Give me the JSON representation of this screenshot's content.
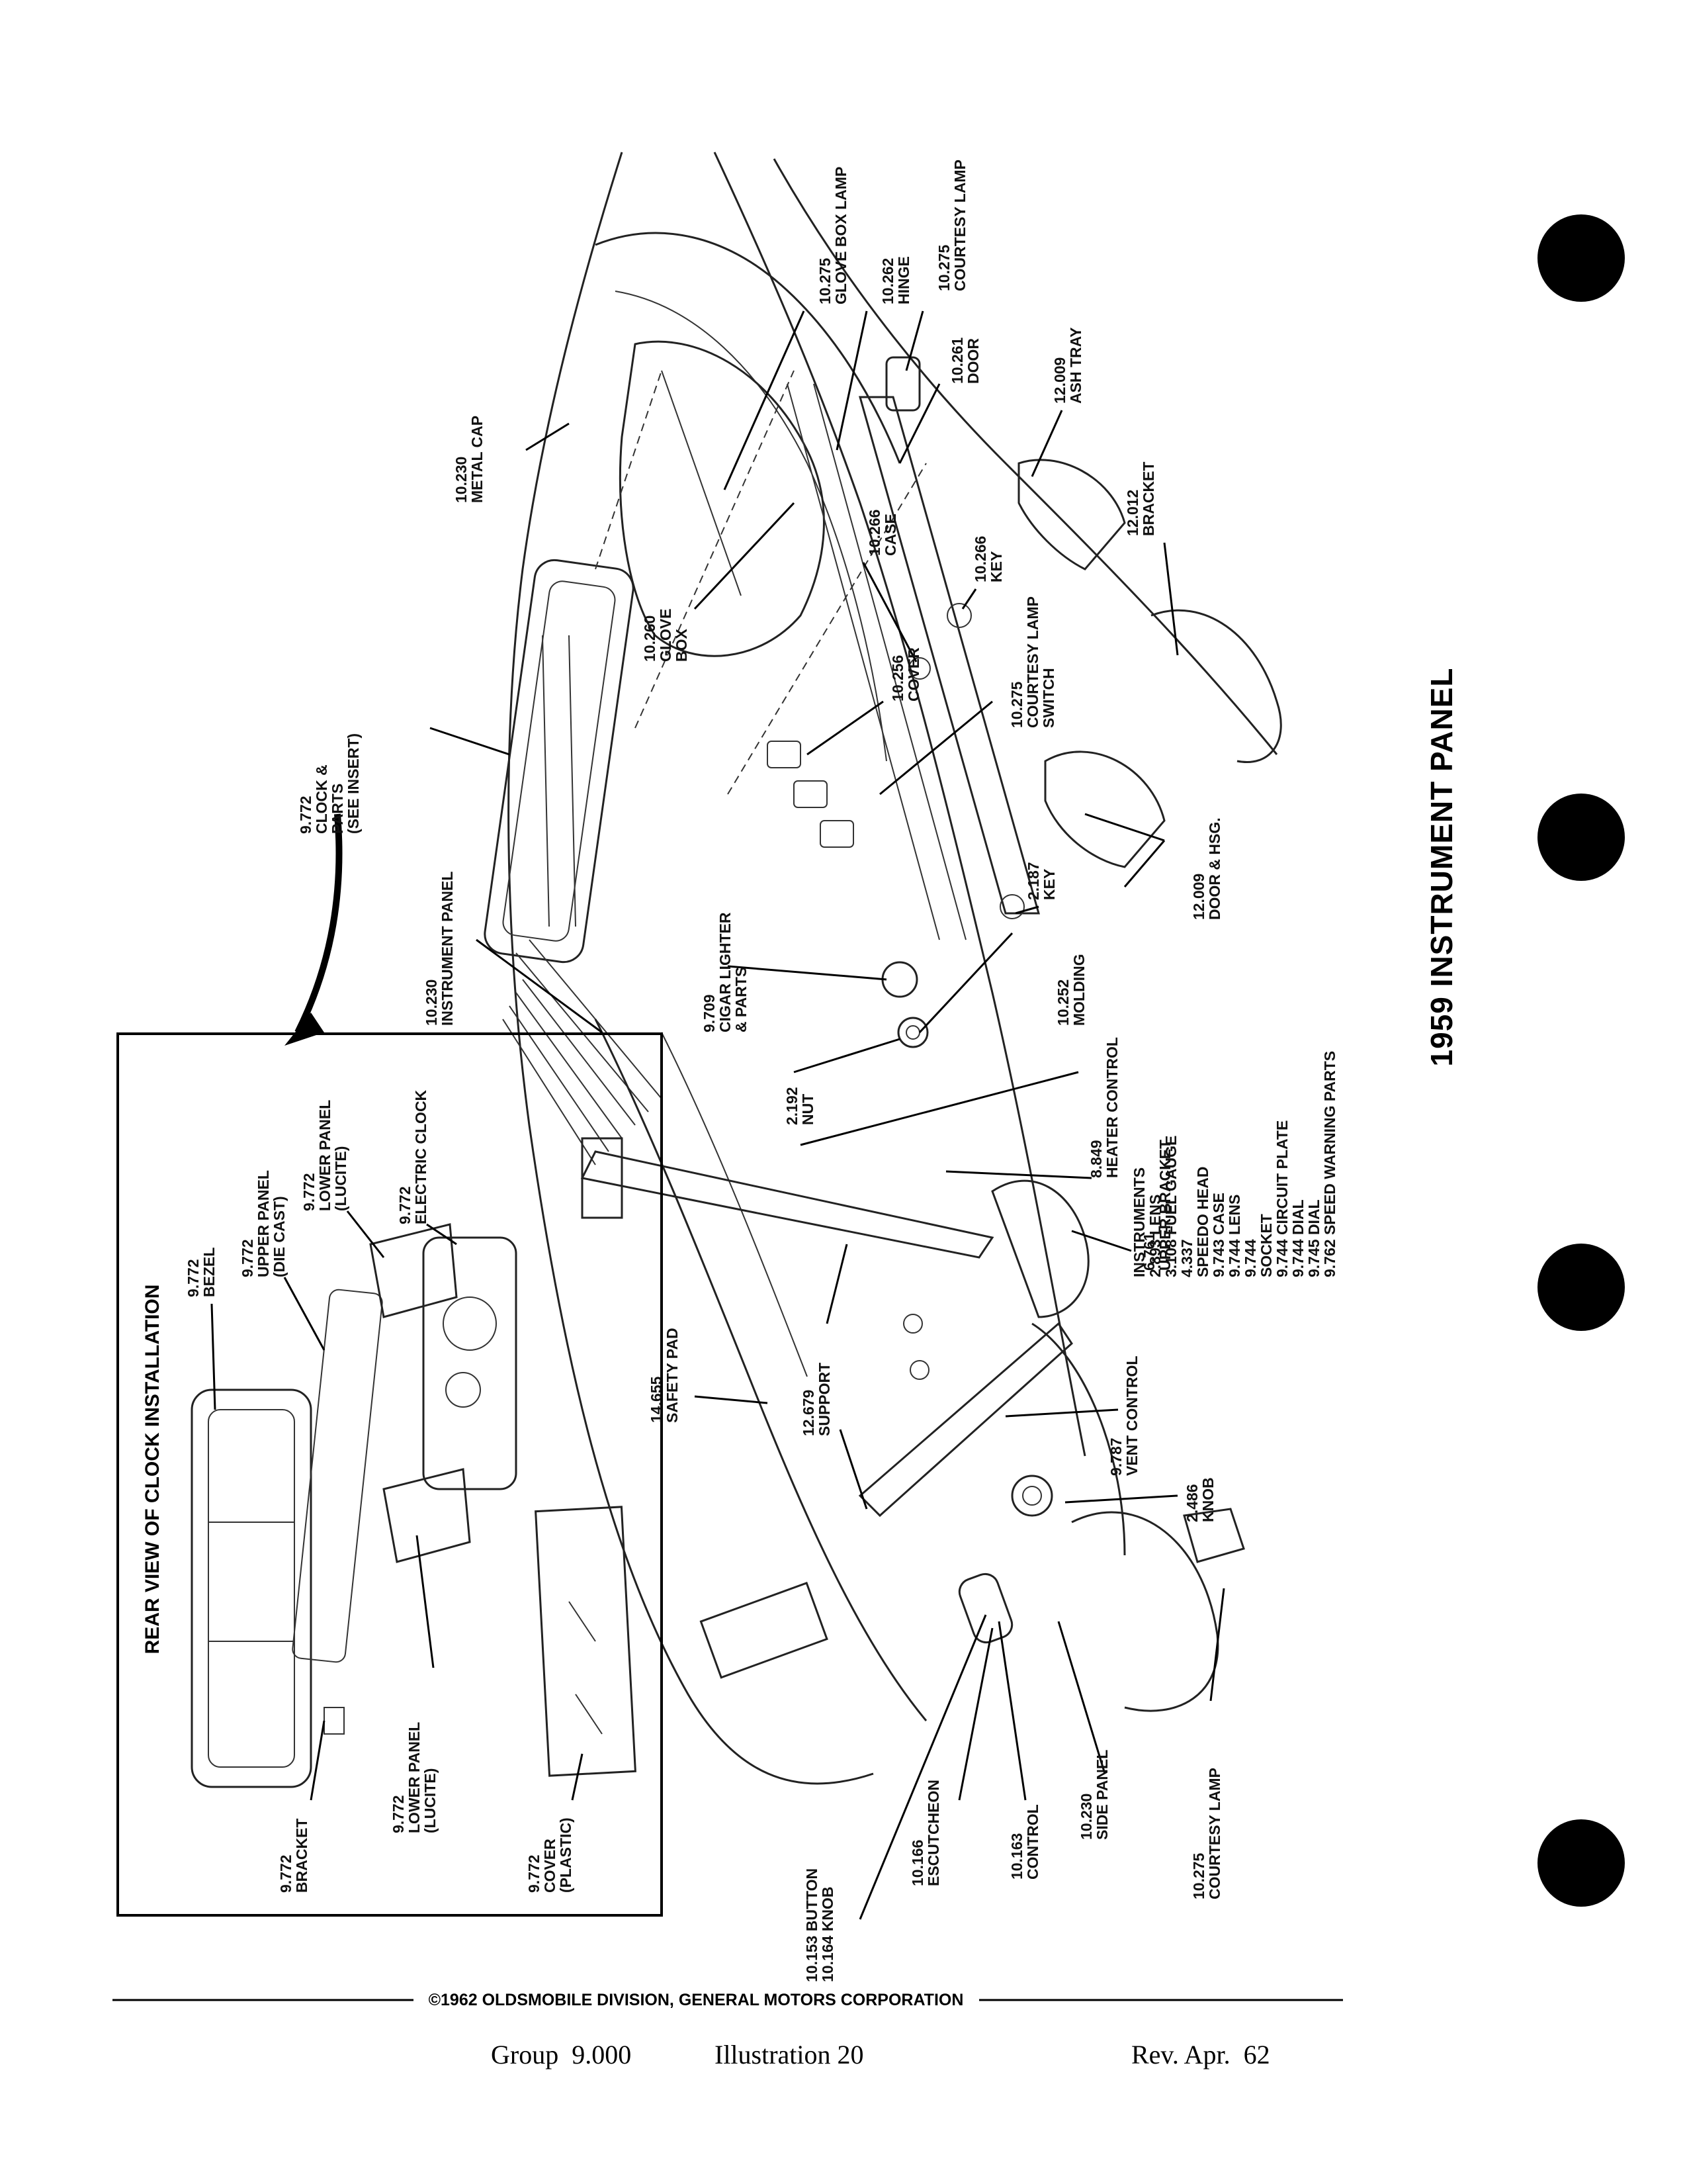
{
  "title": "1959 INSTRUMENT PANEL",
  "inset_title": "REAR VIEW OF CLOCK INSTALLATION",
  "copyright": "©1962 OLDSMOBILE DIVISION, GENERAL MOTORS CORPORATION",
  "footer": {
    "group": "Group  9.000",
    "illustration": "Illustration 20",
    "revision": "Rev. Apr.  62"
  },
  "callouts": [
    {
      "id": "glove-box-lamp",
      "lines": [
        "10.275",
        "GLOVE BOX LAMP"
      ]
    },
    {
      "id": "hinge",
      "lines": [
        "10.262",
        "HINGE"
      ]
    },
    {
      "id": "courtesy-lamp-top",
      "lines": [
        "10.275",
        "COURTESY LAMP"
      ]
    },
    {
      "id": "door",
      "lines": [
        "10.261",
        "DOOR"
      ]
    },
    {
      "id": "ash-tray",
      "lines": [
        "12.009",
        "ASH TRAY"
      ]
    },
    {
      "id": "metal-cap",
      "lines": [
        "10.230",
        "METAL CAP"
      ]
    },
    {
      "id": "glove-box",
      "lines": [
        "10.260",
        "GLOVE",
        "BOX"
      ]
    },
    {
      "id": "case",
      "lines": [
        "10.266",
        "CASE"
      ]
    },
    {
      "id": "key-lock",
      "lines": [
        "10.266",
        "KEY"
      ]
    },
    {
      "id": "bracket-right",
      "lines": [
        "12.012",
        "BRACKET"
      ]
    },
    {
      "id": "clock-parts",
      "lines": [
        "9.772",
        "CLOCK &",
        "PARTS",
        "(SEE INSERT)"
      ]
    },
    {
      "id": "cover",
      "lines": [
        "10.256",
        "COVER"
      ]
    },
    {
      "id": "courtesy-lamp-switch",
      "lines": [
        "10.275",
        "COURTESY LAMP",
        "SWITCH"
      ]
    },
    {
      "id": "ignition-key",
      "lines": [
        "2.187",
        "KEY"
      ]
    },
    {
      "id": "door-hsg",
      "lines": [
        "12.009",
        "DOOR & HSG."
      ]
    },
    {
      "id": "instrument-panel",
      "lines": [
        "10.230",
        "INSTRUMENT PANEL"
      ]
    },
    {
      "id": "cigar-lighter",
      "lines": [
        "9.709",
        "CIGAR LIGHTER",
        "& PARTS"
      ]
    },
    {
      "id": "molding",
      "lines": [
        "10.252",
        "MOLDING"
      ]
    },
    {
      "id": "instruments",
      "lines": [
        "INSTRUMENTS",
        "2.893 LENS",
        "3.108 FUEL GAUGE",
        "4.337",
        "SPEEDO HEAD",
        "9.743 CASE",
        "9.744 LENS",
        "9.744",
        "SOCKET",
        "9.744 CIRCUIT PLATE",
        "9.744 DIAL",
        "9.745 DIAL",
        "9.762 SPEED WARNING PARTS"
      ]
    },
    {
      "id": "nut",
      "lines": [
        "2.192",
        "NUT"
      ]
    },
    {
      "id": "heater-control",
      "lines": [
        "8.849",
        "HEATER CONTROL"
      ]
    },
    {
      "id": "upper-bracket",
      "lines": [
        "6.761",
        "UPPER BRACKET"
      ]
    },
    {
      "id": "safety-pad",
      "lines": [
        "14.655",
        "SAFETY PAD"
      ]
    },
    {
      "id": "support",
      "lines": [
        "12.679",
        "SUPPORT"
      ]
    },
    {
      "id": "vent-control",
      "lines": [
        "9.787",
        "VENT CONTROL"
      ]
    },
    {
      "id": "knob",
      "lines": [
        "2.486",
        "KNOB"
      ]
    },
    {
      "id": "button-knob",
      "lines": [
        "10.153 BUTTON",
        "10.164 KNOB"
      ]
    },
    {
      "id": "escutcheon",
      "lines": [
        "10.166",
        "ESCUTCHEON"
      ]
    },
    {
      "id": "control",
      "lines": [
        "10.163",
        "CONTROL"
      ]
    },
    {
      "id": "side-panel",
      "lines": [
        "10.230",
        "SIDE PANEL"
      ]
    },
    {
      "id": "courtesy-lamp-bottom",
      "lines": [
        "10.275",
        "COURTESY LAMP"
      ]
    }
  ],
  "inset_callouts": [
    {
      "id": "bezel",
      "lines": [
        "9.772",
        "BEZEL"
      ]
    },
    {
      "id": "upper-panel",
      "lines": [
        "9.772",
        "UPPER PANEL",
        "(DIE CAST)"
      ]
    },
    {
      "id": "lower-panel-top",
      "lines": [
        "9.772",
        "LOWER PANEL",
        "(LUCITE)"
      ]
    },
    {
      "id": "electric-clock",
      "lines": [
        "9.772",
        "ELECTRIC CLOCK"
      ]
    },
    {
      "id": "bracket-inset",
      "lines": [
        "9.772",
        "BRACKET"
      ]
    },
    {
      "id": "lower-panel-bottom",
      "lines": [
        "9.772",
        "LOWER PANEL",
        "(LUCITE)"
      ]
    },
    {
      "id": "cover-plastic",
      "lines": [
        "9.772",
        "COVER",
        "(PLASTIC)"
      ]
    }
  ]
}
